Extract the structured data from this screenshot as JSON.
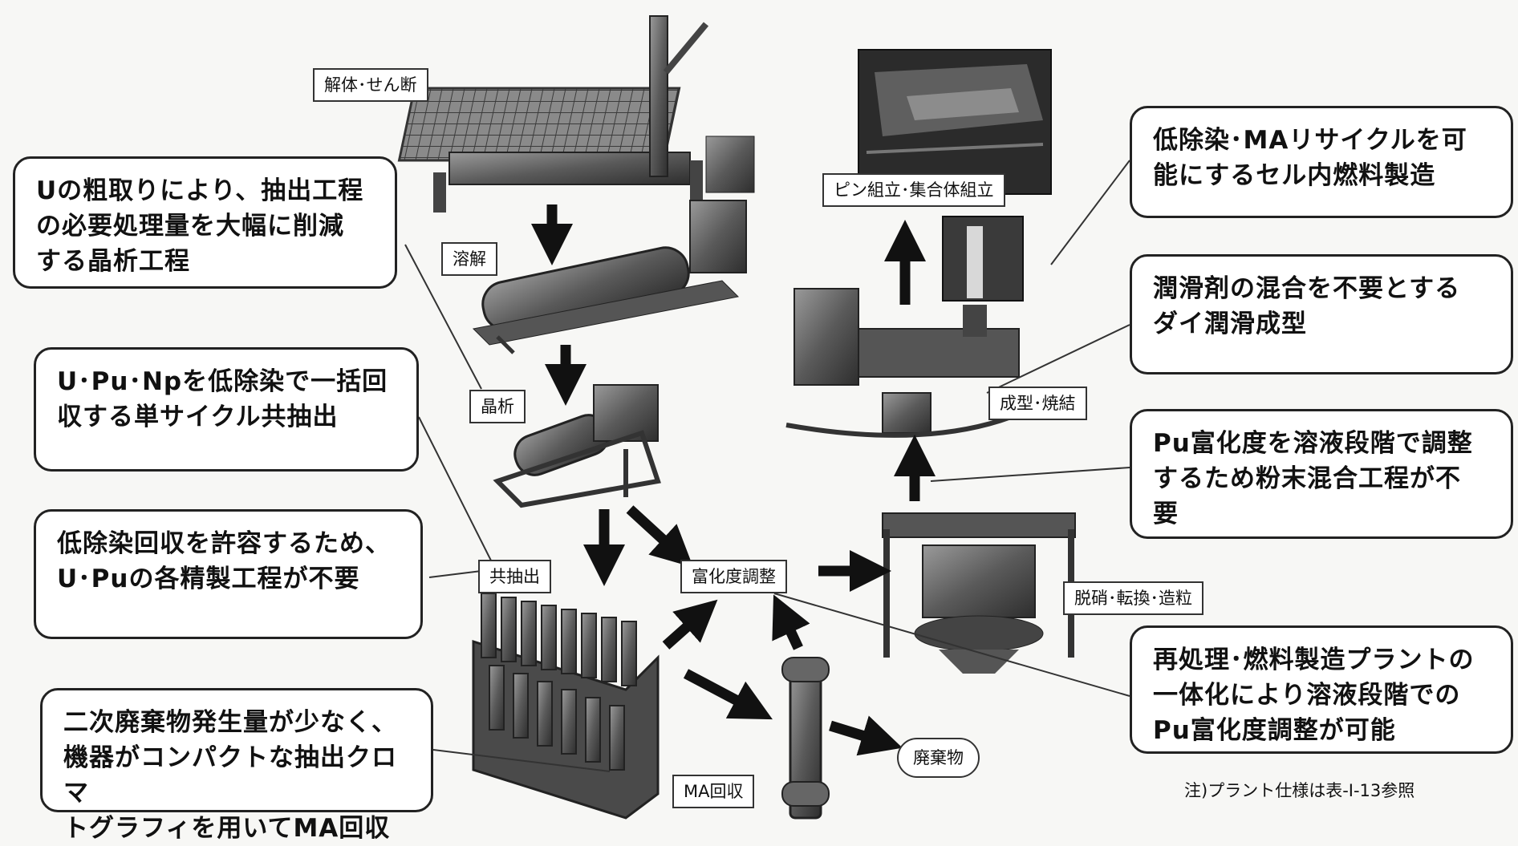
{
  "callouts": {
    "crystallization": "Uの粗取りにより、抽出工程\nの必要処理量を大幅に削減\nする晶析工程",
    "coextraction": "U･Pu･Npを低除染で一括回\n収する単サイクル共抽出",
    "low_decon": "低除染回収を許容するため、\nU･Puの各精製工程が不要",
    "ma_recovery": "二次廃棄物発生量が少なく、\n機器がコンパクトな抽出クロマ\nトグラフィを用いてMA回収",
    "in_cell_fab": "低除染･MAリサイクルを可\n能にするセル内燃料製造",
    "die_lube": "潤滑剤の混合を不要とする\nダイ潤滑成型",
    "pu_solution": "Pu富化度を溶液段階で調整\nするため粉末混合工程が不\n要",
    "integration": "再処理･燃料製造プラントの\n一体化により溶液段階での\nPu富化度調整が可能"
  },
  "process_labels": {
    "disassembly": "解体･せん断",
    "dissolution": "溶解",
    "crystallization": "晶析",
    "coextraction": "共抽出",
    "enrichment": "富化度調整",
    "ma": "MA回収",
    "waste": "廃棄物",
    "denitration": "脱硝･転換･造粒",
    "forming": "成型･焼結",
    "assembly": "ピン組立･集合体組立"
  },
  "footnote": "注)プラント仕様は表-I-13参照",
  "colors": {
    "arrow": "#111111",
    "equipment": "#6b6b6b",
    "border": "#222222"
  }
}
